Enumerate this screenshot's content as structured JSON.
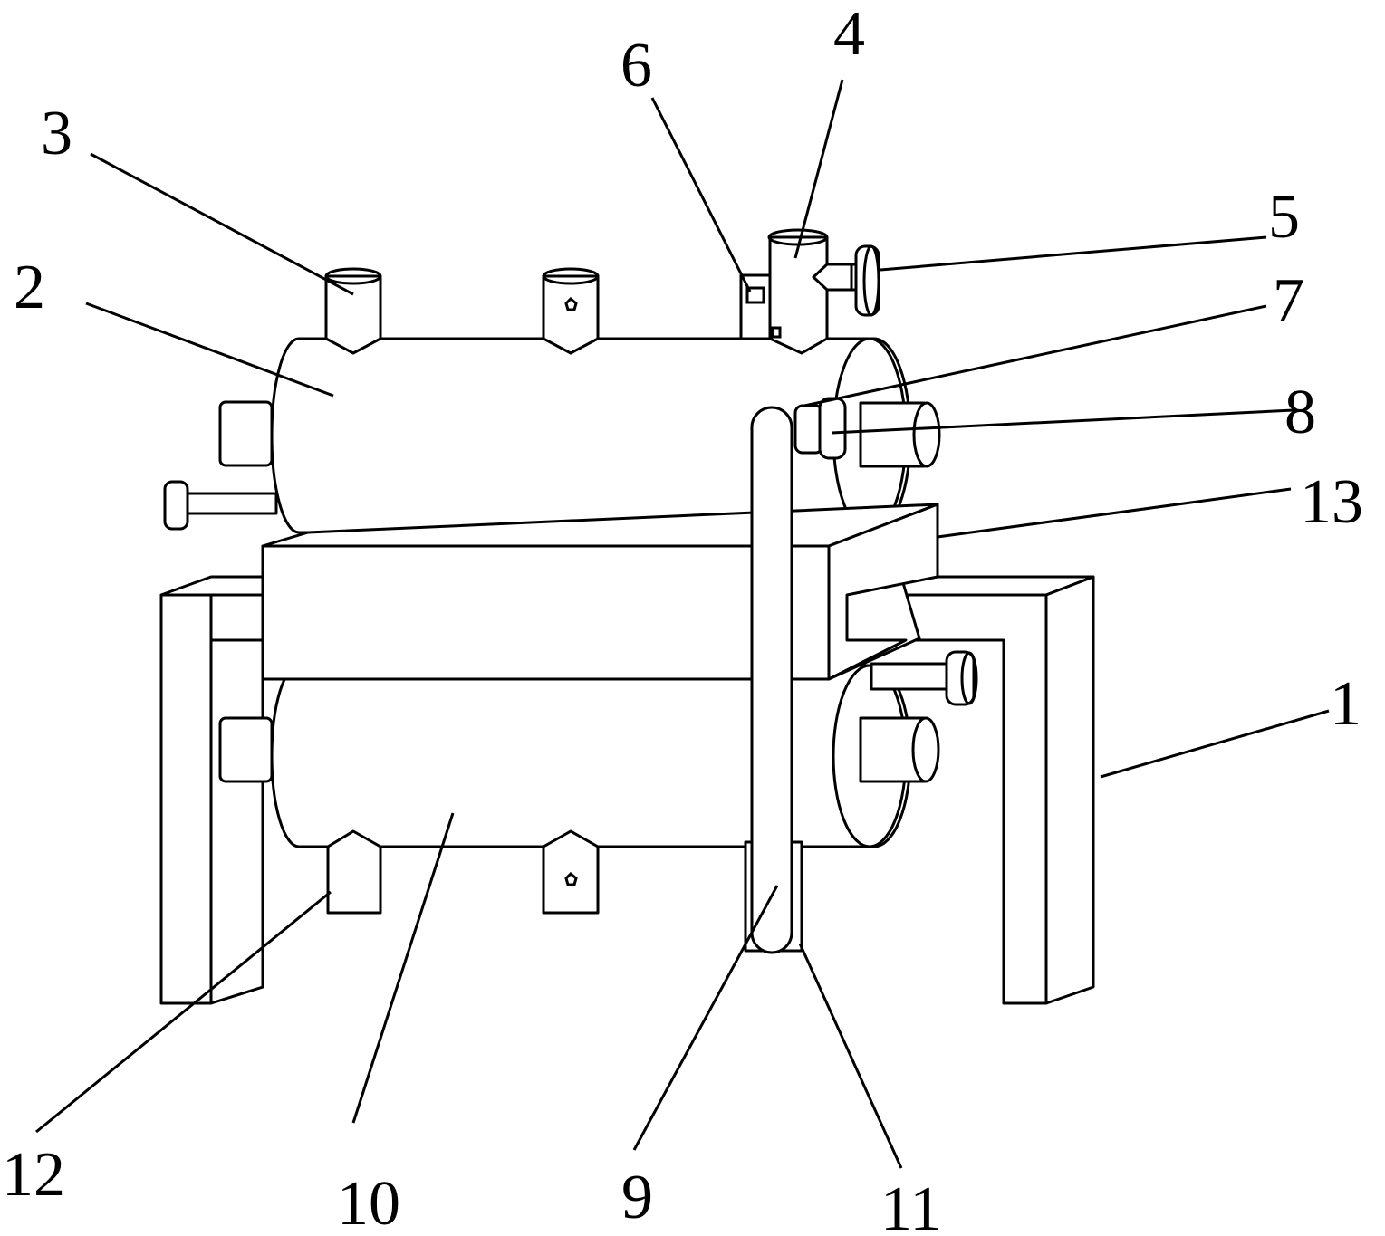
{
  "callouts": [
    {
      "id": "1",
      "label": "1"
    },
    {
      "id": "2",
      "label": "2"
    },
    {
      "id": "3",
      "label": "3"
    },
    {
      "id": "4",
      "label": "4"
    },
    {
      "id": "5",
      "label": "5"
    },
    {
      "id": "6",
      "label": "6"
    },
    {
      "id": "7",
      "label": "7"
    },
    {
      "id": "8",
      "label": "8"
    },
    {
      "id": "9",
      "label": "9"
    },
    {
      "id": "10",
      "label": "10"
    },
    {
      "id": "11",
      "label": "11"
    },
    {
      "id": "12",
      "label": "12"
    },
    {
      "id": "13",
      "label": "13"
    }
  ],
  "style": {
    "line_color": "#000000",
    "background": "#ffffff"
  }
}
